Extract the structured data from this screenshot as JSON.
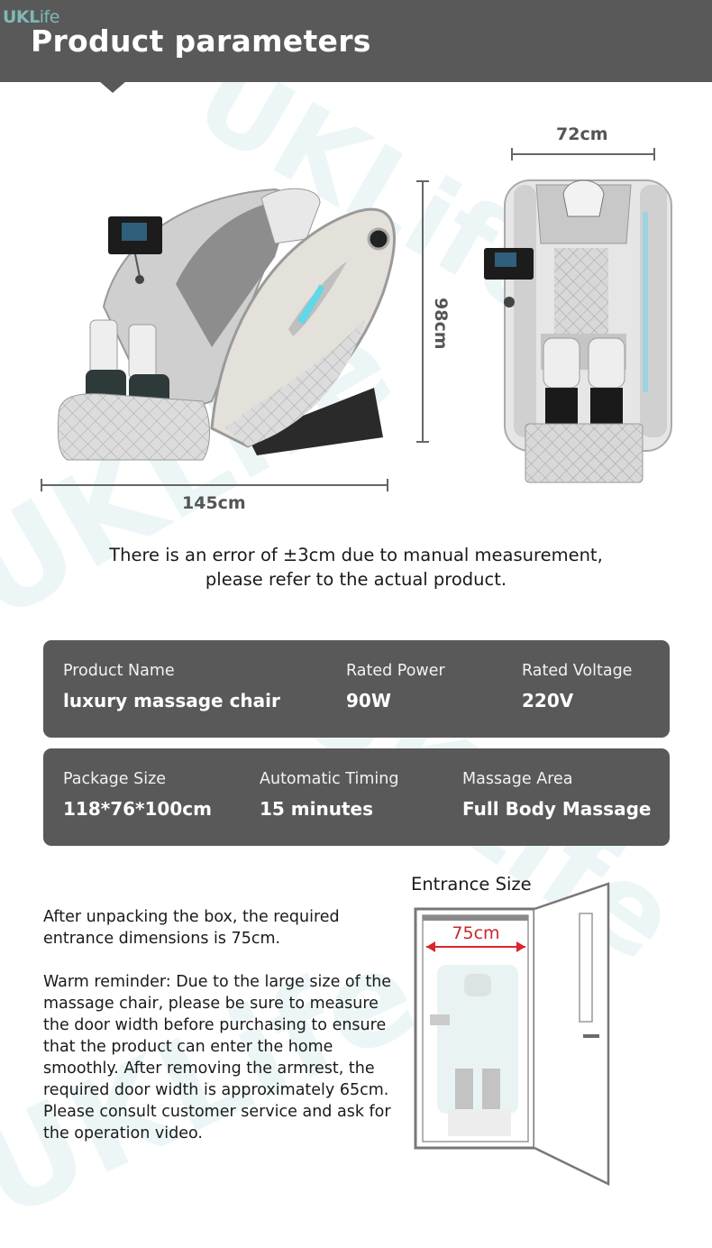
{
  "header": {
    "logo_bold": "UKL",
    "logo_light": "ife",
    "title": "Product parameters"
  },
  "dimensions": {
    "side_length": "145cm",
    "side_height": "98cm",
    "front_width": "72cm"
  },
  "note": {
    "line1": "There is an error of ±3cm due to manual measurement,",
    "line2": "please refer to the actual product."
  },
  "specs": {
    "card1": [
      {
        "label": "Product Name",
        "value": "luxury massage chair"
      },
      {
        "label": "Rated Power",
        "value": "90W"
      },
      {
        "label": "Rated Voltage",
        "value": "220V"
      }
    ],
    "card2": [
      {
        "label": "Package Size",
        "value": "118*76*100cm"
      },
      {
        "label": "Automatic Timing",
        "value": "15 minutes"
      },
      {
        "label": "Massage Area",
        "value": "Full Body Massage"
      }
    ]
  },
  "entrance": {
    "title": "Entrance Size",
    "width_label": "75cm",
    "paragraph1": "After unpacking the box, the required entrance dimensions is 75cm.",
    "paragraph2": "Warm reminder: Due to the large size of the massage chair, please be sure to measure the door width before purchasing to ensure that the product can enter the home smoothly. After removing the armrest, the required door width is approximately 65cm. Please consult customer service and ask for the operation video."
  },
  "colors": {
    "header_bg": "#595959",
    "card_bg": "#595959",
    "logo": "#7fb9b9",
    "accent_red": "#d9262c",
    "light_blue": "#5fd8e8"
  },
  "watermark": "UKLife"
}
